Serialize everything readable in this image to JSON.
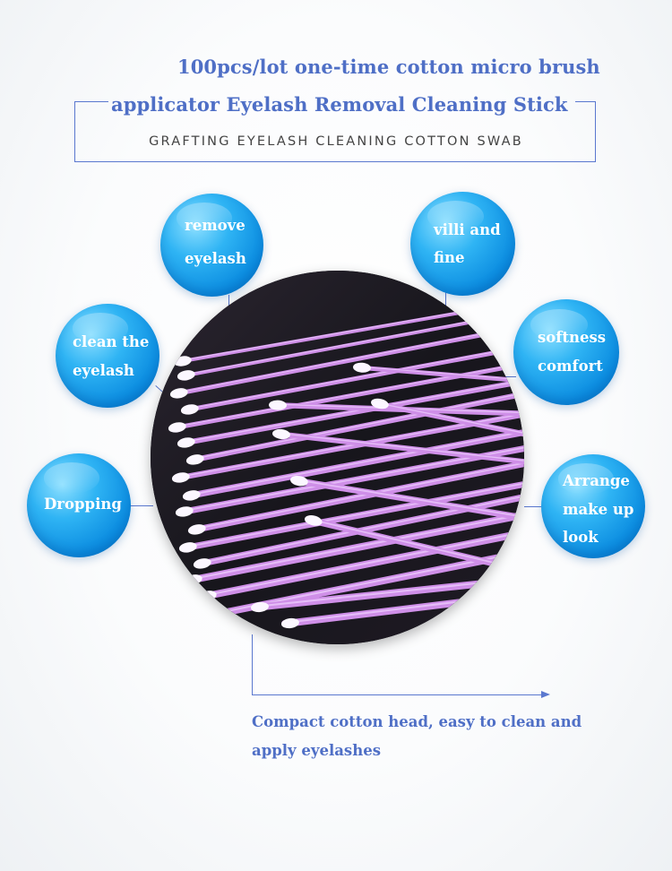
{
  "title": {
    "line1": "100pcs/lot one-time cotton micro brush",
    "line2": "applicator Eyelash Removal Cleaning Stick"
  },
  "subtitle": "GRAFTING EYELASH CLEANING COTTON SWAB",
  "features": {
    "remove_eyelash": {
      "line1": "remove",
      "line2": "eyelash"
    },
    "villi_fine": {
      "line1": "villi and",
      "line2": "fine"
    },
    "clean_eyelash": {
      "line1": "clean the",
      "line2": "eyelash"
    },
    "softness_comfort": {
      "line1": "softness",
      "line2": "comfort"
    },
    "dropping": {
      "line1": "Dropping"
    },
    "arrange_makeup": {
      "line1": "Arrange",
      "line2": "make up",
      "line3": "look"
    }
  },
  "caption": {
    "line1": "Compact cotton head, easy to clean and",
    "line2": "apply eyelashes"
  },
  "colors": {
    "accent": "#4f6fc6",
    "bubble": "#0b8ce0",
    "product": "#cf8fe8",
    "background": "#ffffff"
  },
  "product_image": {
    "label": "photo of purple micro brush applicators"
  }
}
